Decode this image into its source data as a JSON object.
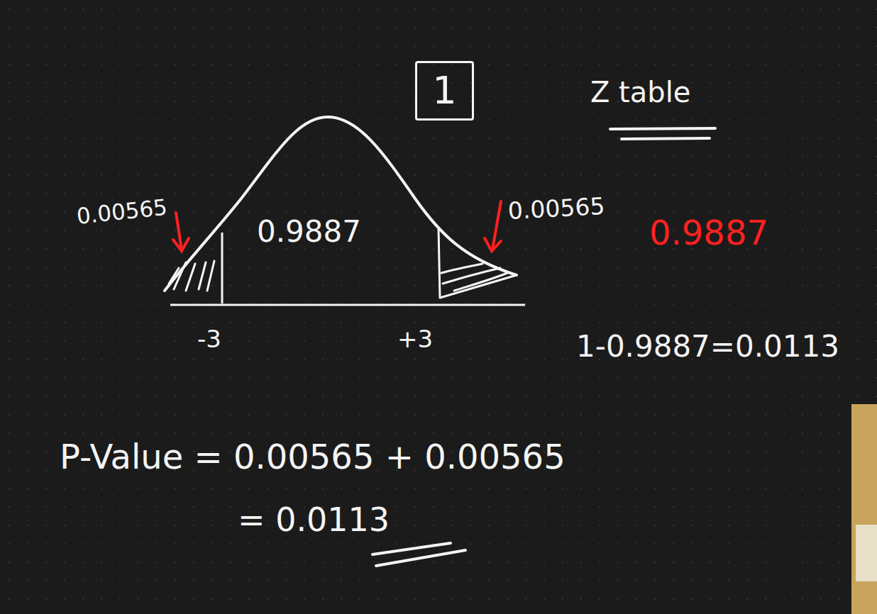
{
  "diagram": {
    "nodes": [
      {
        "text": [
          "1"
        ]
      }
    ],
    "labels": [
      "Z table",
      "0.00565",
      "0.9887",
      "0.00565",
      "0.9887",
      "-3",
      "+3",
      "1-0.9887=0.0113",
      "P-Value = 0.00565 + 0.00565",
      "= 0.0113"
    ]
  }
}
